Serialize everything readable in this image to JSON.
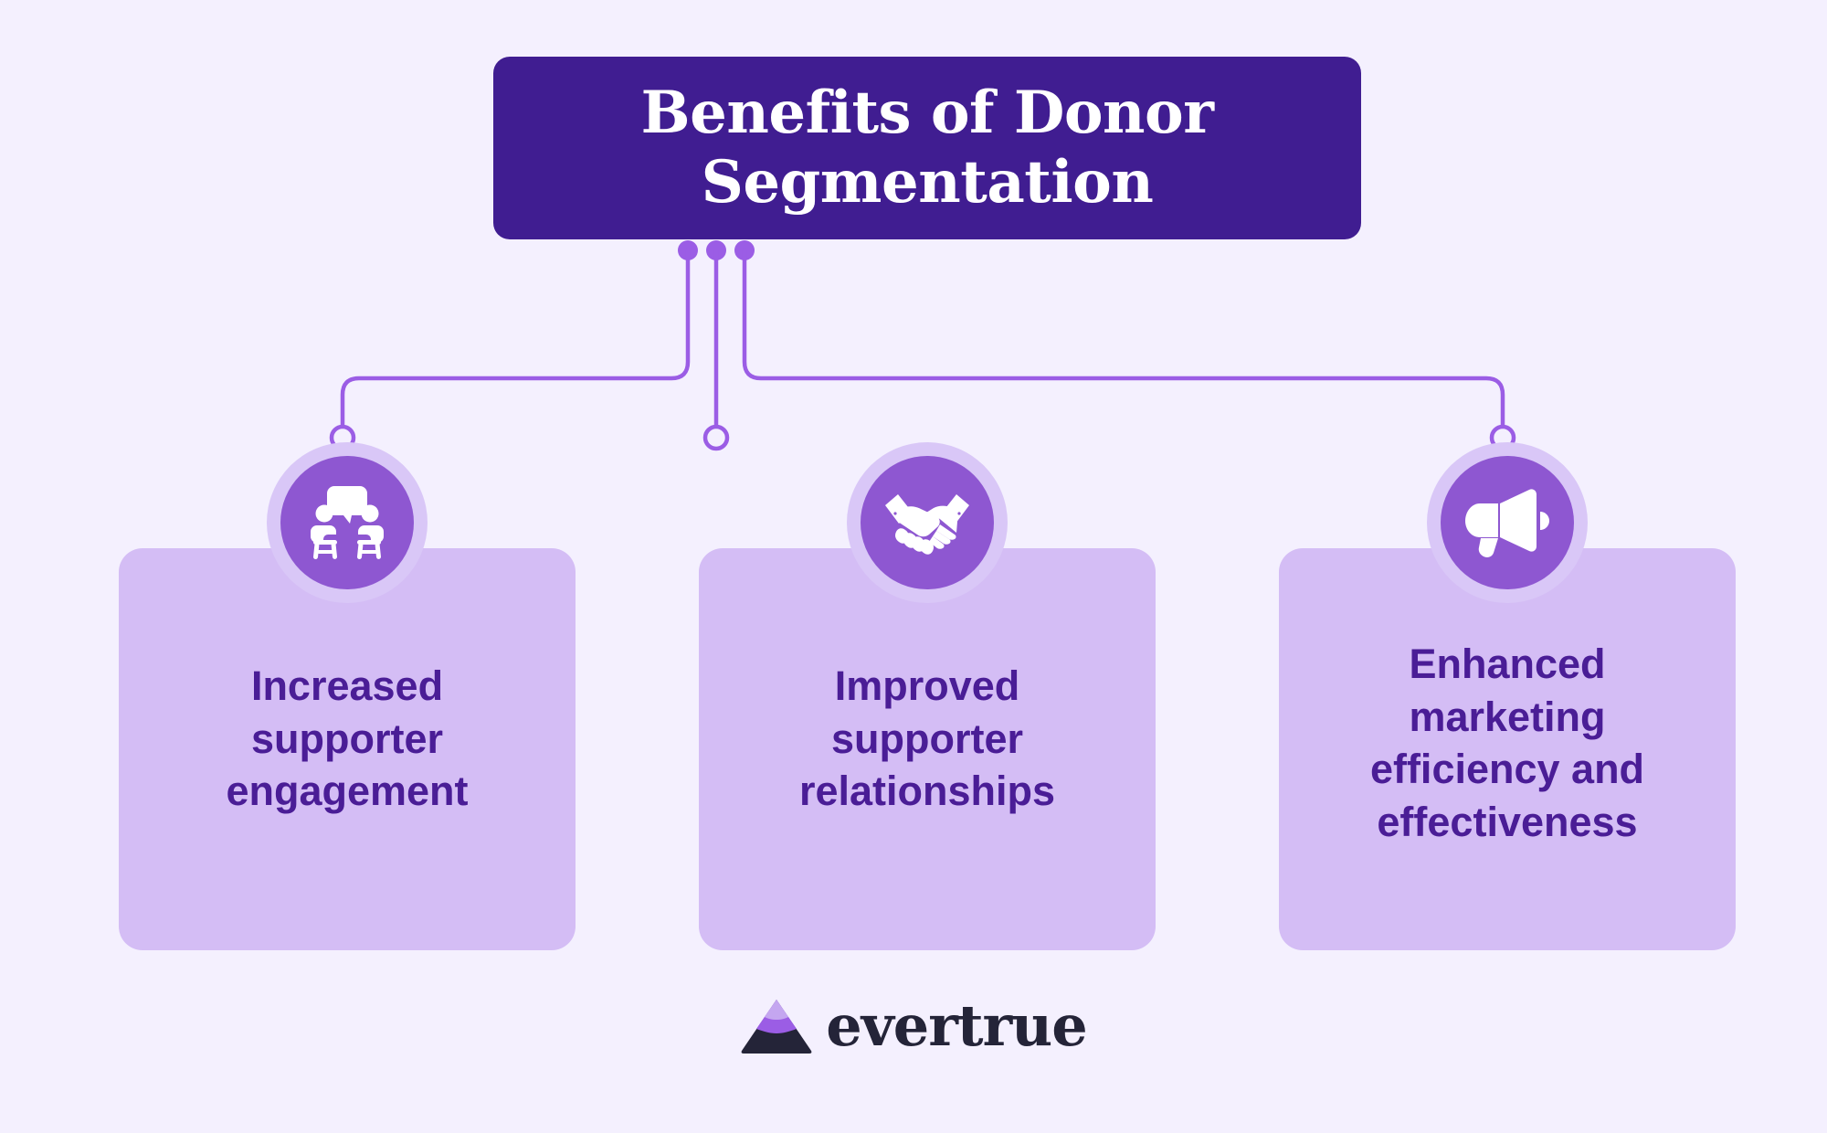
{
  "page": {
    "background_color": "#f4f0fe",
    "title": "Benefits of Donor Segmentation"
  },
  "header": {
    "title": "Benefits of Donor\nSegmentation",
    "background_color": "#401d91",
    "text_color": "#ffffff"
  },
  "connectors": {
    "line_color": "#9b5de5",
    "dot_color": "#9b5de5",
    "endpoint_fill": "#f4f0fe",
    "dot_count": 3
  },
  "colors": {
    "accent_dark": "#401d91",
    "accent_mid": "#8e57d1",
    "accent_light": "#d9c7f7",
    "card_bg": "#d4bdf5",
    "card_text": "#4a1d96",
    "connector": "#9b5de5",
    "logo_text": "#242438"
  },
  "cards": [
    {
      "label": "Increased supporter engagement",
      "icon": "people-conversation-icon",
      "icon_alt": "two people seated talking with a speech bubble"
    },
    {
      "label": "Improved supporter relationships",
      "icon": "handshake-icon",
      "icon_alt": "two hands shaking"
    },
    {
      "label": "Enhanced marketing efficiency and effectiveness",
      "icon": "megaphone-icon",
      "icon_alt": "megaphone / bullhorn"
    }
  ],
  "logo": {
    "text": "evertrue",
    "mark": "triangle-mountain-icon",
    "mark_colors": [
      "#c4a6f0",
      "#9b5de5",
      "#242438"
    ]
  }
}
